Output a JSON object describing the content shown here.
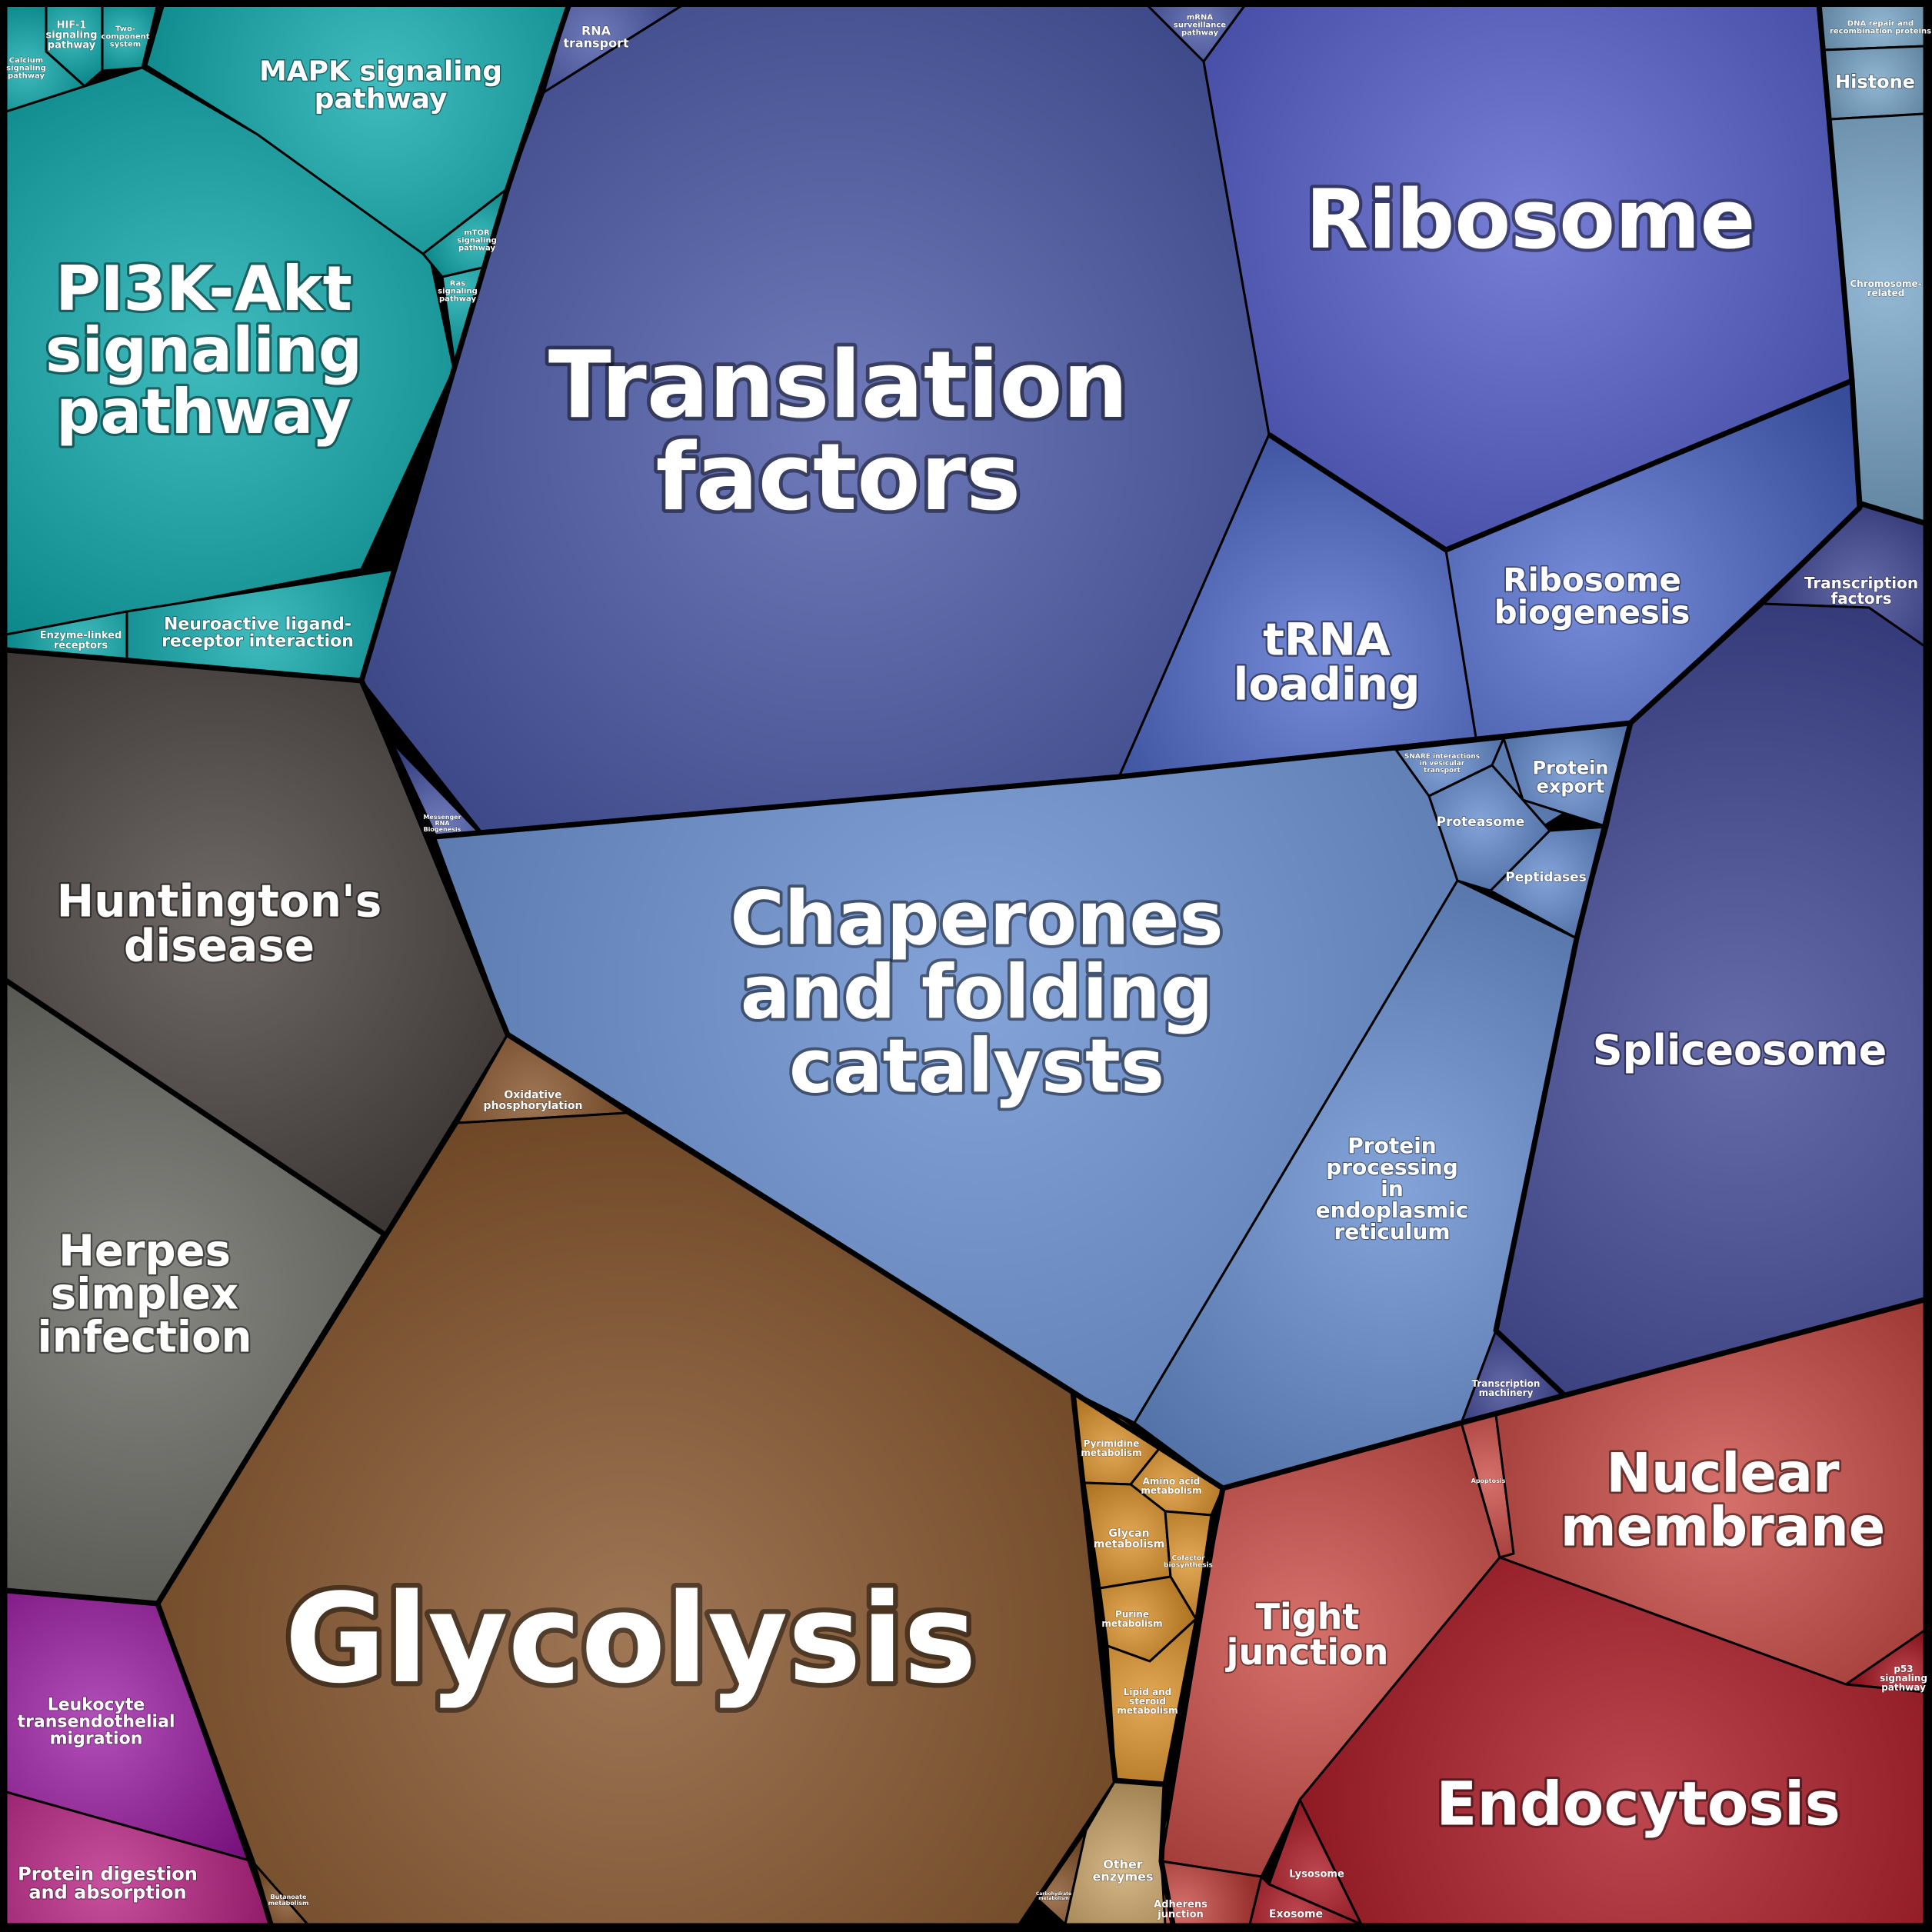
{
  "title": "",
  "colors": {
    "teal": "#00a5a8",
    "darkblue": "#3f4fa3",
    "indigo": "#4a54c8",
    "royal": "#4a66cc",
    "sky": "#5b85cc",
    "navy": "#333a8e",
    "brown": "#7f4a1e",
    "amber": "#d98c1f",
    "tan": "#c8a060",
    "charcoal": "#3d3533",
    "gray": "#5e5f58",
    "magenta": "#9a14a2",
    "pink": "#b5177e",
    "red": "#c8403a",
    "crimson": "#a50a16",
    "steel": "#6e9fc4"
  },
  "cells": [
    {
      "name": "PI3K-Akt signaling pathway",
      "lines": [
        "PI3K-Akt",
        "signaling",
        "pathway"
      ]
    },
    {
      "name": "MAPK signaling pathway",
      "lines": [
        "MAPK signaling",
        "pathway"
      ]
    },
    {
      "name": "HIF-1 signaling pathway",
      "lines": [
        "HIF-1",
        "signaling",
        "pathway"
      ]
    },
    {
      "name": "Two-component system",
      "lines": [
        "Two-",
        "component",
        "system"
      ]
    },
    {
      "name": "Calcium signaling pathway",
      "lines": [
        "Calcium",
        "signaling",
        "pathway"
      ]
    },
    {
      "name": "mTOR signaling pathway",
      "lines": [
        "mTOR",
        "signaling",
        "pathway"
      ]
    },
    {
      "name": "Ras signaling pathway",
      "lines": [
        "Ras",
        "signaling",
        "pathway"
      ]
    },
    {
      "name": "Neuroactive ligand-receptor interaction",
      "lines": [
        "Neuroactive ligand-",
        "receptor interaction"
      ]
    },
    {
      "name": "Enzyme-linked receptors",
      "lines": [
        "Enzyme-linked",
        "receptors"
      ]
    },
    {
      "name": "Translation factors",
      "lines": [
        "Translation",
        "factors"
      ]
    },
    {
      "name": "RNA transport",
      "lines": [
        "RNA",
        "transport"
      ]
    },
    {
      "name": "mRNA surveillance pathway",
      "lines": [
        "mRNA",
        "surveillance",
        "pathway"
      ]
    },
    {
      "name": "Messenger RNA biogenesis",
      "lines": [
        "Messenger",
        "RNA",
        "Biogenesis"
      ]
    },
    {
      "name": "Ribosome",
      "lines": [
        "Ribosome"
      ]
    },
    {
      "name": "tRNA loading",
      "lines": [
        "tRNA",
        "loading"
      ]
    },
    {
      "name": "Ribosome biogenesis",
      "lines": [
        "Ribosome",
        "biogenesis"
      ]
    },
    {
      "name": "DNA repair and recombination proteins",
      "lines": [
        "DNA repair and",
        "recombination proteins"
      ]
    },
    {
      "name": "Histone",
      "lines": [
        "Histone"
      ]
    },
    {
      "name": "Chromosome-related",
      "lines": [
        "Chromosome-",
        "related"
      ]
    },
    {
      "name": "Transcription factors",
      "lines": [
        "Transcription",
        "factors"
      ]
    },
    {
      "name": "Spliceosome",
      "lines": [
        "Spliceosome"
      ]
    },
    {
      "name": "Transcription machinery",
      "lines": [
        "Transcription",
        "machinery"
      ]
    },
    {
      "name": "Chaperones and folding catalysts",
      "lines": [
        "Chaperones",
        "and folding",
        "catalysts"
      ]
    },
    {
      "name": "SNARE interactions in vesicular transport",
      "lines": [
        "SNARE interactions",
        "in vesicular",
        "transport"
      ]
    },
    {
      "name": "Protein export",
      "lines": [
        "Protein",
        "export"
      ]
    },
    {
      "name": "Proteasome",
      "lines": [
        "Proteasome"
      ]
    },
    {
      "name": "Peptidases",
      "lines": [
        "Peptidases"
      ]
    },
    {
      "name": "Protein processing in endoplasmic reticulum",
      "lines": [
        "Protein",
        "processing",
        "in",
        "endoplasmic",
        "reticulum"
      ]
    },
    {
      "name": "Huntington's disease",
      "lines": [
        "Huntington's",
        "disease"
      ]
    },
    {
      "name": "Herpes simplex infection",
      "lines": [
        "Herpes",
        "simplex",
        "infection"
      ]
    },
    {
      "name": "Leukocyte transendothelial migration",
      "lines": [
        "Leukocyte",
        "transendothelial",
        "migration"
      ]
    },
    {
      "name": "Protein digestion and absorption",
      "lines": [
        "Protein digestion",
        "and absorption"
      ]
    },
    {
      "name": "Oxidative phosphorylation",
      "lines": [
        "Oxidative",
        "phosphorylation"
      ]
    },
    {
      "name": "Glycolysis",
      "lines": [
        "Glycolysis"
      ]
    },
    {
      "name": "Butanoate metabolism",
      "lines": [
        "Butanoate",
        "metabolism"
      ]
    },
    {
      "name": "Carbohydrate metabolism",
      "lines": [
        "Carbohydrate",
        "metabolism"
      ]
    },
    {
      "name": "Pyrimidine metabolism",
      "lines": [
        "Pyrimidine",
        "metabolism"
      ]
    },
    {
      "name": "Amino acid metabolism",
      "lines": [
        "Amino acid",
        "metabolism"
      ]
    },
    {
      "name": "Glycan metabolism",
      "lines": [
        "Glycan",
        "metabolism"
      ]
    },
    {
      "name": "Cofactor biosynthesis",
      "lines": [
        "Cofactor",
        "biosynthesis"
      ]
    },
    {
      "name": "Purine metabolism",
      "lines": [
        "Purine",
        "metabolism"
      ]
    },
    {
      "name": "Lipid and steroid metabolism",
      "lines": [
        "Lipid and",
        "steroid",
        "metabolism"
      ]
    },
    {
      "name": "Other enzymes",
      "lines": [
        "Other",
        "enzymes"
      ]
    },
    {
      "name": "Nuclear membrane",
      "lines": [
        "Nuclear",
        "membrane"
      ]
    },
    {
      "name": "Apoptosis",
      "lines": [
        "Apoptosis"
      ]
    },
    {
      "name": "Tight junction",
      "lines": [
        "Tight",
        "junction"
      ]
    },
    {
      "name": "p53 signaling pathway",
      "lines": [
        "p53",
        "signaling",
        "pathway"
      ]
    },
    {
      "name": "Endocytosis",
      "lines": [
        "Endocytosis"
      ]
    },
    {
      "name": "Lysosome",
      "lines": [
        "Lysosome"
      ]
    },
    {
      "name": "Exosome",
      "lines": [
        "Exosome"
      ]
    },
    {
      "name": "Adherens junction",
      "lines": [
        "Adherens",
        "junction"
      ]
    }
  ]
}
